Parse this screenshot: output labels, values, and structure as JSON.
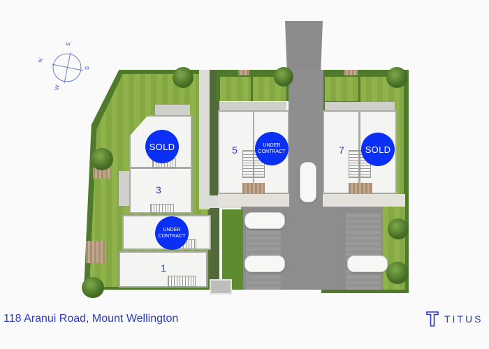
{
  "site_plan": {
    "address": "118 Aranui Road, Mount Wellington",
    "brand": {
      "name": "TITUS",
      "logo_icon": "t-logo-icon",
      "color": "#2b3bbf"
    },
    "compass": {
      "labels": {
        "N": "N",
        "E": "E",
        "S": "S",
        "W": "W"
      },
      "icon": "compass-icon"
    },
    "status_color": "#0a2ff5",
    "units": [
      {
        "id": "unit-1",
        "number": "1",
        "status": ""
      },
      {
        "id": "unit-2",
        "number": "",
        "status": "UNDER CONTRACT",
        "status_lines": [
          "UNDER",
          "CONTRACT"
        ]
      },
      {
        "id": "unit-3",
        "number": "3",
        "status": ""
      },
      {
        "id": "unit-4",
        "number": "",
        "status": "SOLD"
      },
      {
        "id": "unit-5",
        "number": "5",
        "status": ""
      },
      {
        "id": "unit-6",
        "number": "",
        "status": "UNDER CONTRACT",
        "status_lines": [
          "UNDER",
          "CONTRACT"
        ]
      },
      {
        "id": "unit-7",
        "number": "7",
        "status": ""
      },
      {
        "id": "unit-8",
        "number": "",
        "status": "SOLD"
      }
    ]
  }
}
